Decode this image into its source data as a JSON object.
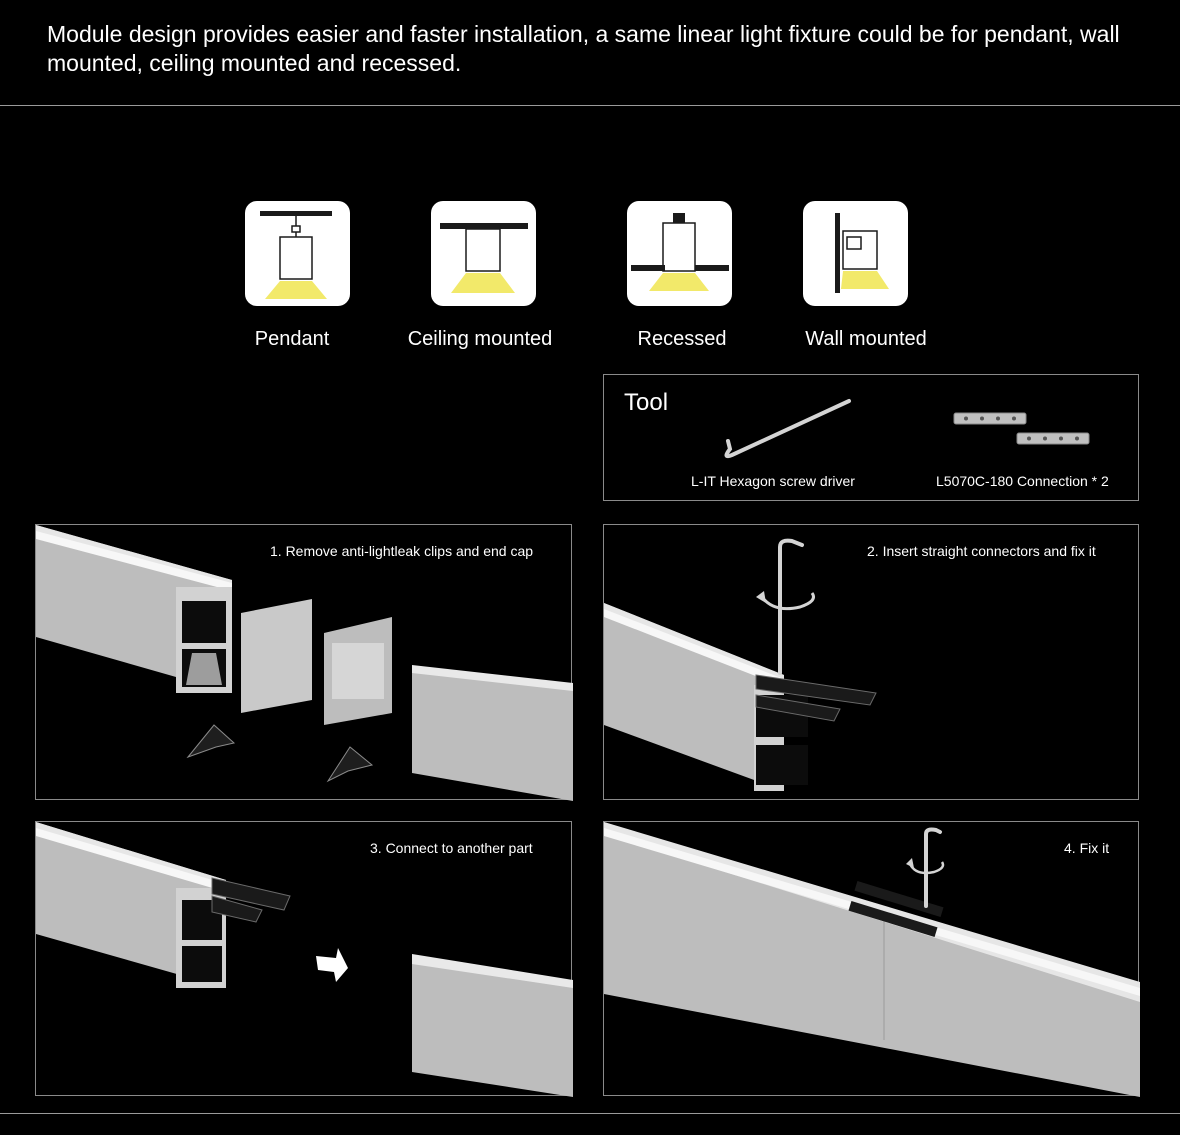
{
  "intro_text": "Module design provides easier and faster installation, a same linear light fixture could be for pendant, wall mounted, ceiling mounted and recessed.",
  "colors": {
    "background": "#000000",
    "light_beam": "#f2e96a",
    "profile_grey": "#bdbdbd",
    "divider": "#9a9a9a"
  },
  "modes": [
    {
      "label": "Pendant",
      "icon": "pendant-mount-icon"
    },
    {
      "label": "Ceiling mounted",
      "icon": "ceiling-mount-icon"
    },
    {
      "label": "Recessed",
      "icon": "recessed-mount-icon"
    },
    {
      "label": "Wall mounted",
      "icon": "wall-mount-icon"
    }
  ],
  "tool": {
    "title": "Tool",
    "items": [
      {
        "label": "L-IT Hexagon screw driver",
        "icon": "hex-key-icon"
      },
      {
        "label": "L5070C-180 Connection * 2",
        "icon": "connector-plate-icon"
      }
    ]
  },
  "steps": [
    {
      "label": "1. Remove anti-lightleak clips and end cap"
    },
    {
      "label": "2. Insert straight connectors and fix it"
    },
    {
      "label": "3. Connect to another part"
    },
    {
      "label": "4. Fix it"
    }
  ]
}
